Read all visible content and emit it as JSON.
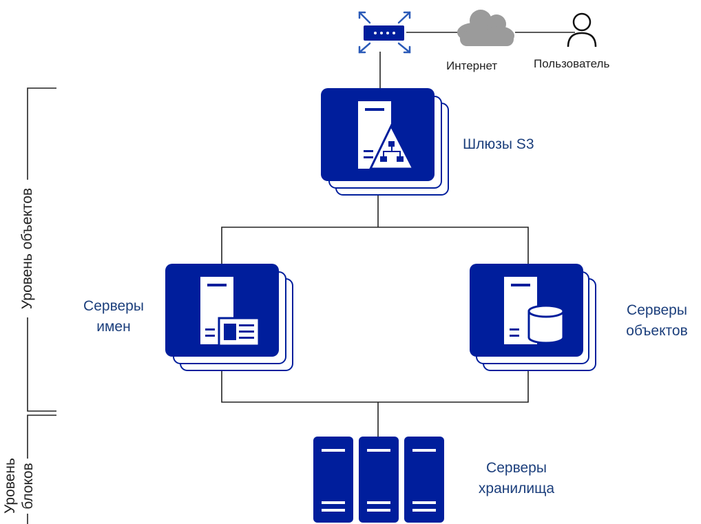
{
  "colors": {
    "primary": "#001e9c",
    "line": "#222222",
    "cloud": "#9b9b9b",
    "label": "#1c3f7c"
  },
  "top": {
    "router_icon": "router-icon",
    "internet_label": "Интернет",
    "user_label": "Пользователь"
  },
  "gateway": {
    "label": "Шлюзы S3",
    "icon": "server-network-icon"
  },
  "name_servers": {
    "label_line1": "Серверы",
    "label_line2": "имен",
    "icon": "server-card-icon"
  },
  "object_servers": {
    "label_line1": "Серверы",
    "label_line2": "объектов",
    "icon": "server-database-icon"
  },
  "storage_servers": {
    "label_line1": "Серверы",
    "label_line2": "хранилища",
    "icon": "server-rack-icon"
  },
  "levels": {
    "object_level": "Уровень объектов",
    "block_level_line1": "Уровень",
    "block_level_line2": "блоков"
  }
}
